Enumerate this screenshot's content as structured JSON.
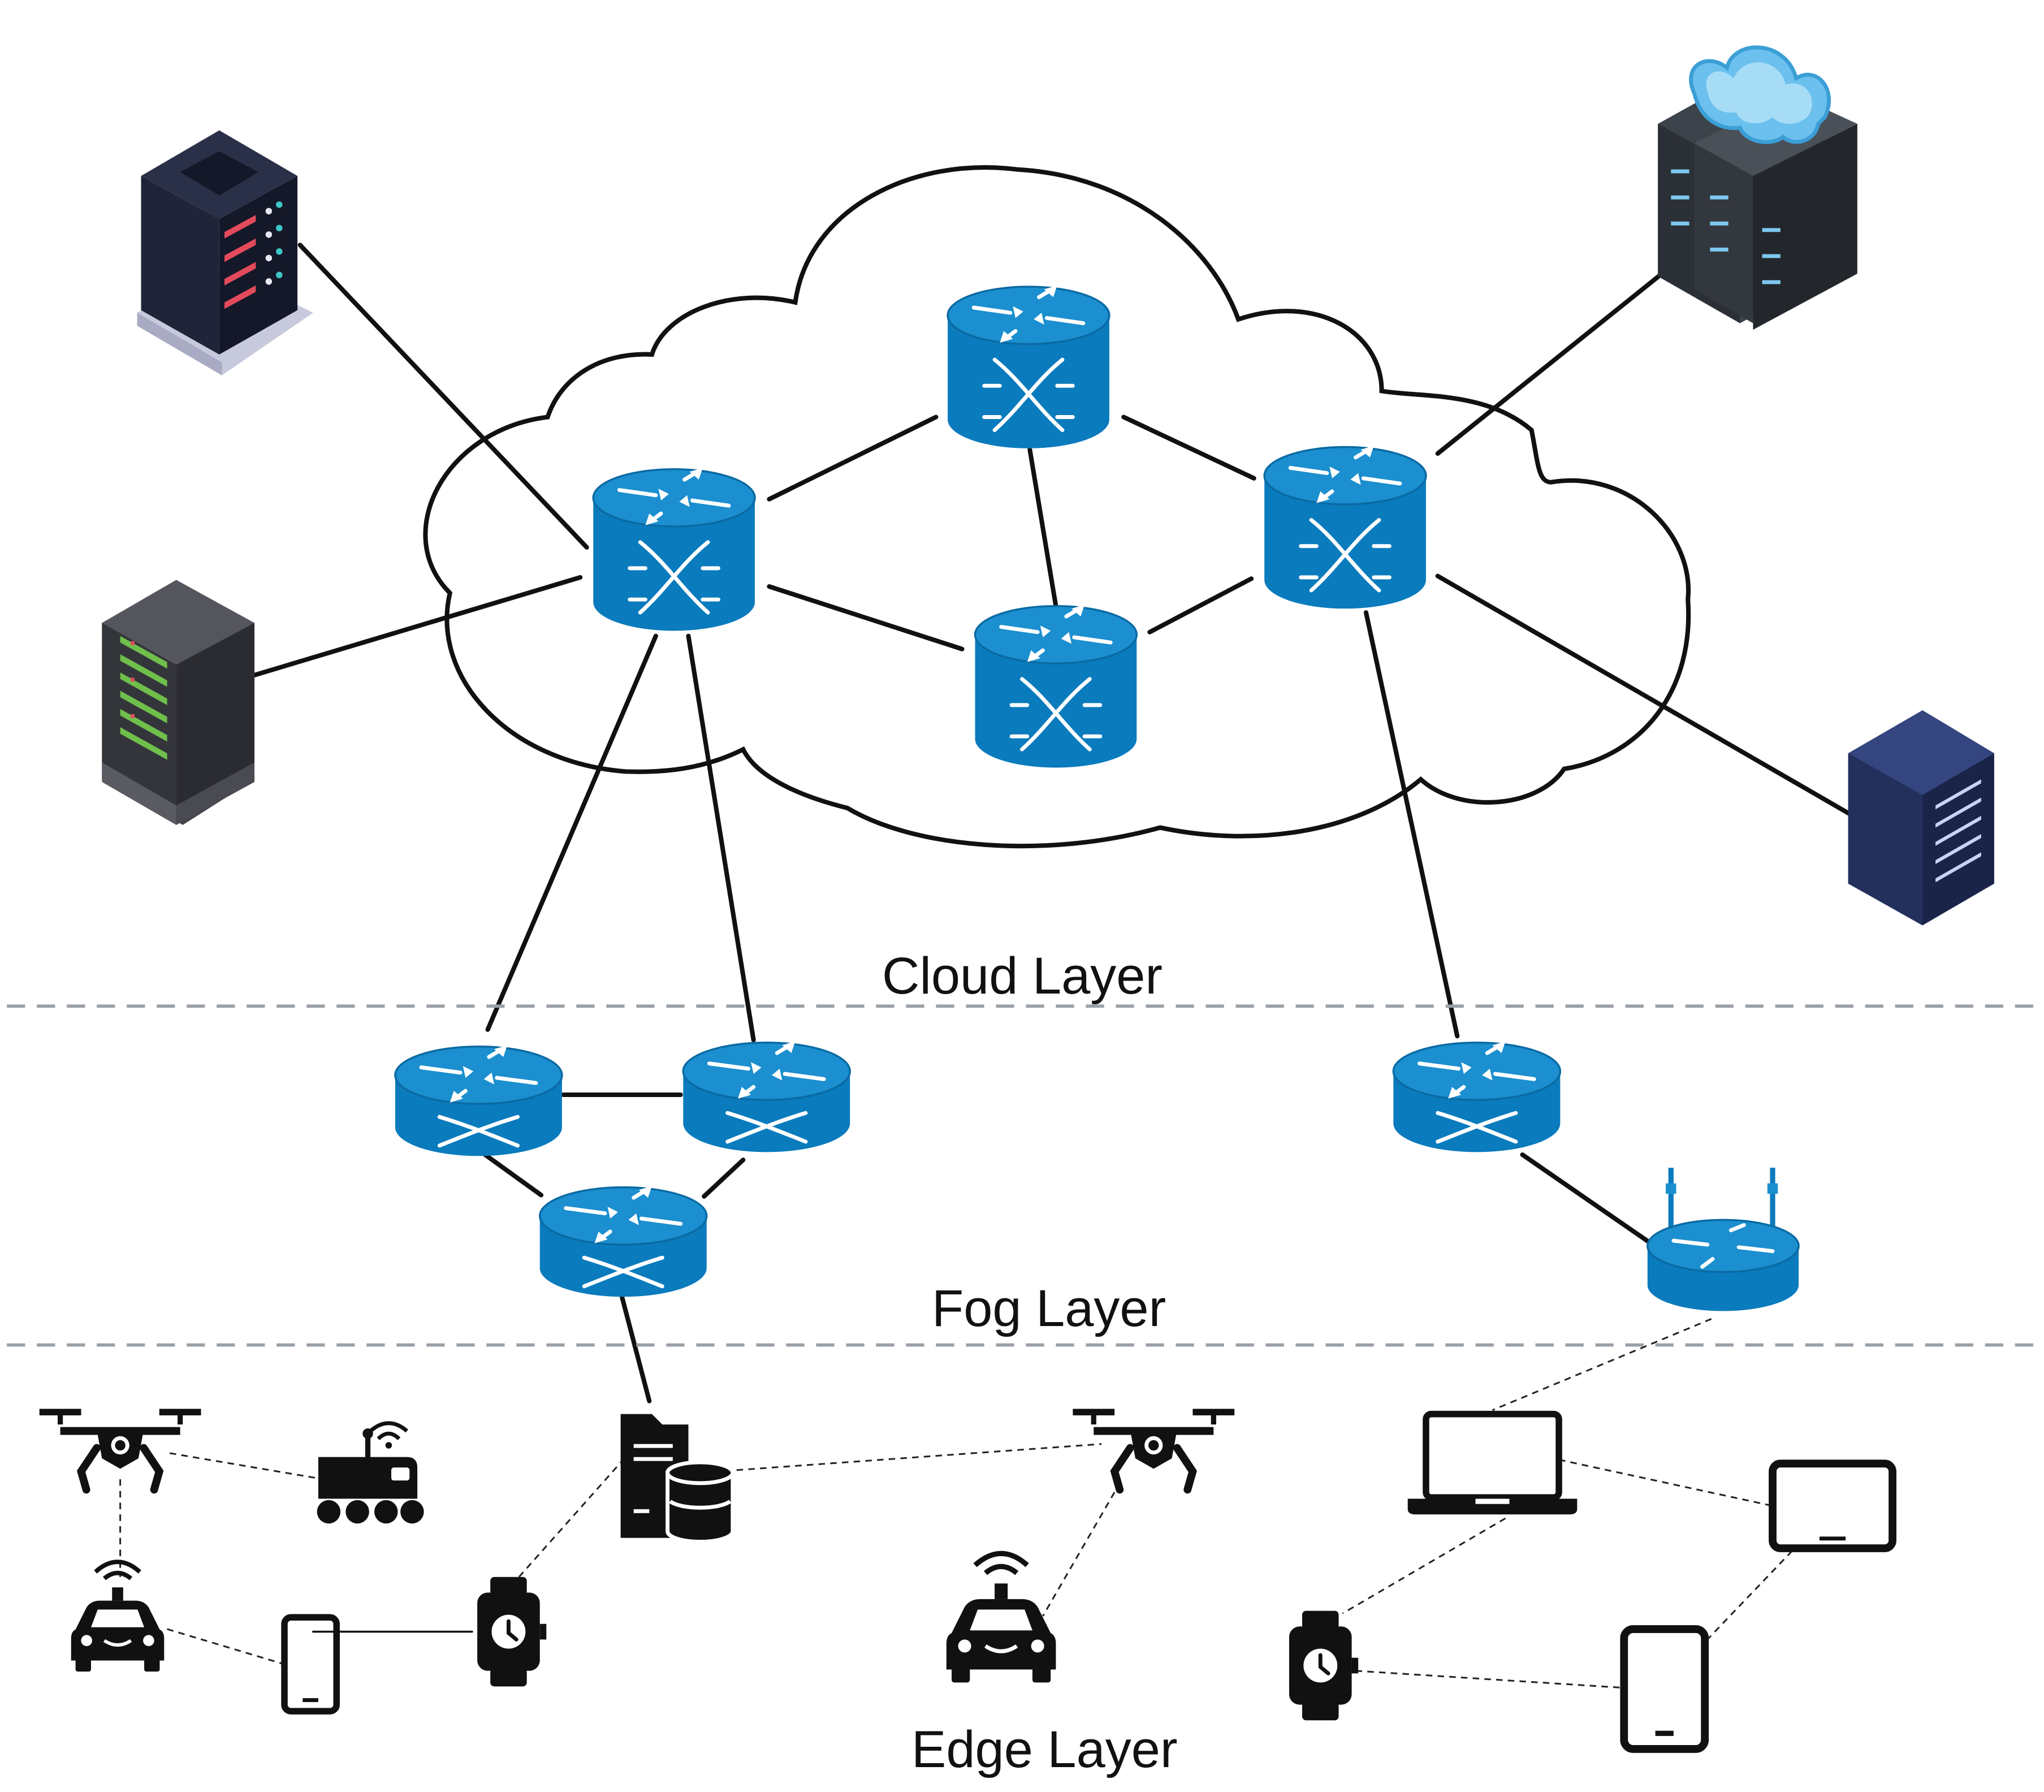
{
  "layers": {
    "cloud": "Cloud Layer",
    "fog": "Fog Layer",
    "edge": "Edge Layer"
  },
  "colors": {
    "router": "#0a7bbd",
    "router_top": "#1b8fcf",
    "line": "#111111",
    "divider": "#9aa0a6",
    "icon": "#111111"
  },
  "icons": {
    "cloud_routers": [
      "router-icon",
      "router-icon",
      "router-icon",
      "router-icon"
    ],
    "fog_routers": [
      "router-icon",
      "router-icon",
      "router-icon",
      "router-icon"
    ],
    "fog_access_point": "wireless-router-icon",
    "servers": [
      "server-rack-icon",
      "server-rack-icon",
      "cloud-datacenter-icon",
      "server-rack-icon"
    ],
    "edge_devices": [
      "drone-icon",
      "rover-robot-icon",
      "autonomous-car-icon",
      "smartphone-icon",
      "smartwatch-icon",
      "server-database-icon",
      "drone-icon",
      "autonomous-car-icon",
      "laptop-icon",
      "tablet-icon",
      "smartwatch-icon",
      "smartphone-icon"
    ]
  }
}
